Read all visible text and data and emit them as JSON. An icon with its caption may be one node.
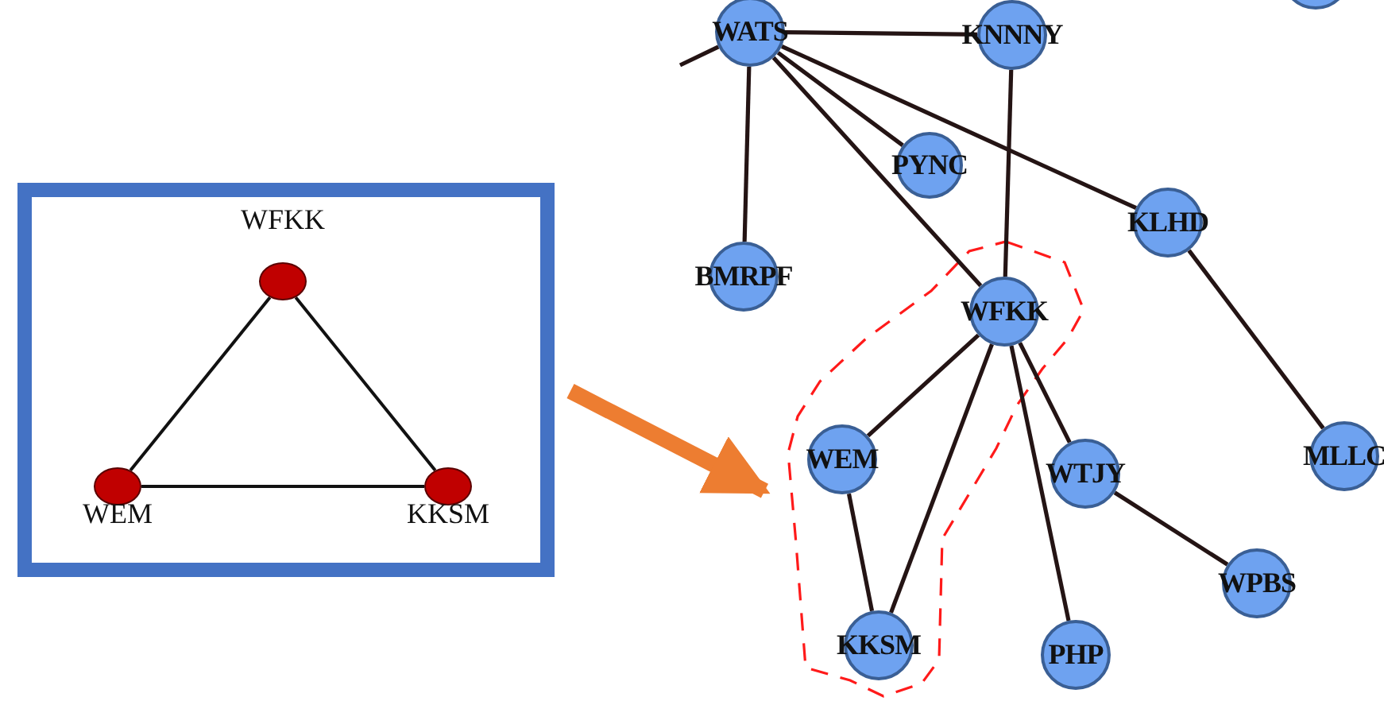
{
  "diagram": {
    "nodes": [
      {
        "text": [],
        "shape": "box"
      },
      {
        "text": [
          "WFKK"
        ],
        "in": 0
      },
      {
        "text": [
          "WEM"
        ],
        "in": 0
      },
      {
        "text": [
          "KKSM"
        ],
        "in": 0
      },
      {
        "text": [
          "WATS"
        ]
      },
      {
        "text": [
          "KNNNY"
        ]
      },
      {
        "text": [],
        "shape": "circle"
      },
      {
        "text": [
          "PYNC"
        ]
      },
      {
        "text": [
          "KLHD"
        ]
      },
      {
        "text": [
          "BMRPF"
        ]
      },
      {
        "text": [],
        "shape": "outline"
      },
      {
        "text": [
          "WFKK"
        ],
        "in": 10
      },
      {
        "text": [
          "WEM"
        ],
        "in": 10
      },
      {
        "text": [
          "KKSM"
        ],
        "in": 10
      },
      {
        "text": [
          "WTJY"
        ]
      },
      {
        "text": [
          "MLLC"
        ]
      },
      {
        "text": [
          "WPBS"
        ]
      },
      {
        "text": [
          "PHP"
        ]
      }
    ],
    "edges": [
      {
        "from": 1,
        "to": 2,
        "arrow": "none"
      },
      {
        "from": 1,
        "to": 3,
        "arrow": "none"
      },
      {
        "from": 2,
        "to": 3,
        "arrow": "none"
      },
      {
        "from": null,
        "to": 4,
        "arrow": "none"
      },
      {
        "from": 4,
        "to": 5,
        "arrow": "none"
      },
      {
        "from": 4,
        "to": 9,
        "arrow": "none"
      },
      {
        "from": 4,
        "to": 7,
        "arrow": "none"
      },
      {
        "from": 4,
        "to": 11,
        "arrow": "none"
      },
      {
        "from": 4,
        "to": 8,
        "arrow": "none"
      },
      {
        "from": 5,
        "to": 11,
        "arrow": "none"
      },
      {
        "from": 8,
        "to": 15,
        "arrow": "none"
      },
      {
        "from": 11,
        "to": 12,
        "arrow": "none"
      },
      {
        "from": 11,
        "to": 13,
        "arrow": "none"
      },
      {
        "from": 11,
        "to": 14,
        "arrow": "none"
      },
      {
        "from": 11,
        "to": 17,
        "arrow": "none"
      },
      {
        "from": 12,
        "to": 13,
        "arrow": "none"
      },
      {
        "from": 14,
        "to": 16,
        "arrow": "none"
      },
      {
        "from": 0,
        "to": 10,
        "arrow": "to",
        "style": "thick",
        "color": "#ed7d31"
      }
    ]
  }
}
